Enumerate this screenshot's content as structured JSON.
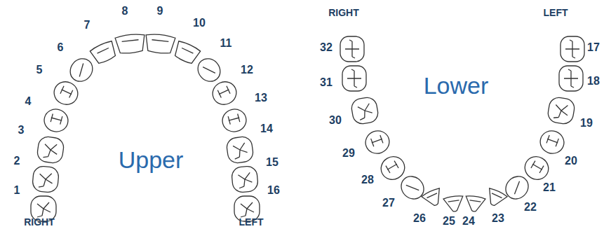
{
  "diagram": {
    "labels": [
      "1",
      "2",
      "3",
      "4",
      "5",
      "6",
      "7",
      "8",
      "9",
      "10",
      "11",
      "12",
      "13",
      "14",
      "15",
      "16",
      "Upper",
      "RIGHT",
      "LEFT",
      "RIGHT",
      "LEFT",
      "Lower",
      "17",
      "18",
      "19",
      "20",
      "21",
      "22",
      "23",
      "24",
      "25",
      "26",
      "27",
      "28",
      "29",
      "30",
      "31",
      "32"
    ]
  }
}
